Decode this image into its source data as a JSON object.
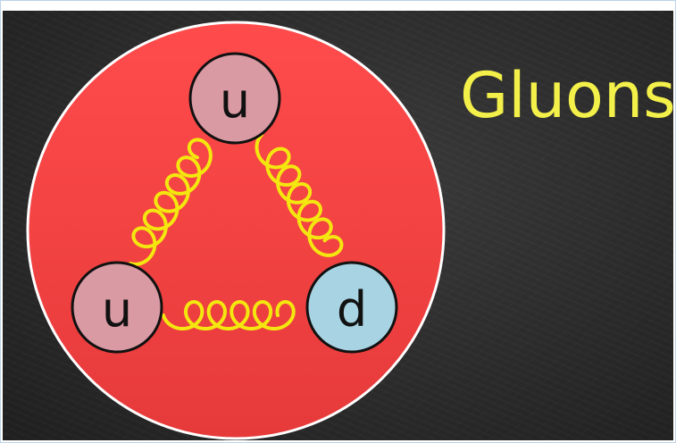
{
  "title": "Gluons",
  "quarks": {
    "top": {
      "label": "u",
      "color": "#d99aa4"
    },
    "bottom_left": {
      "label": "u",
      "color": "#d99aa4"
    },
    "bottom_right": {
      "label": "d",
      "color": "#a8d3e2"
    }
  },
  "colors": {
    "nucleon": "#ff4a4a",
    "nucleon_border": "#ffffff",
    "gluon": "#f4e70f",
    "title": "#f4f04a",
    "chalkboard": "#2d2d2d"
  }
}
